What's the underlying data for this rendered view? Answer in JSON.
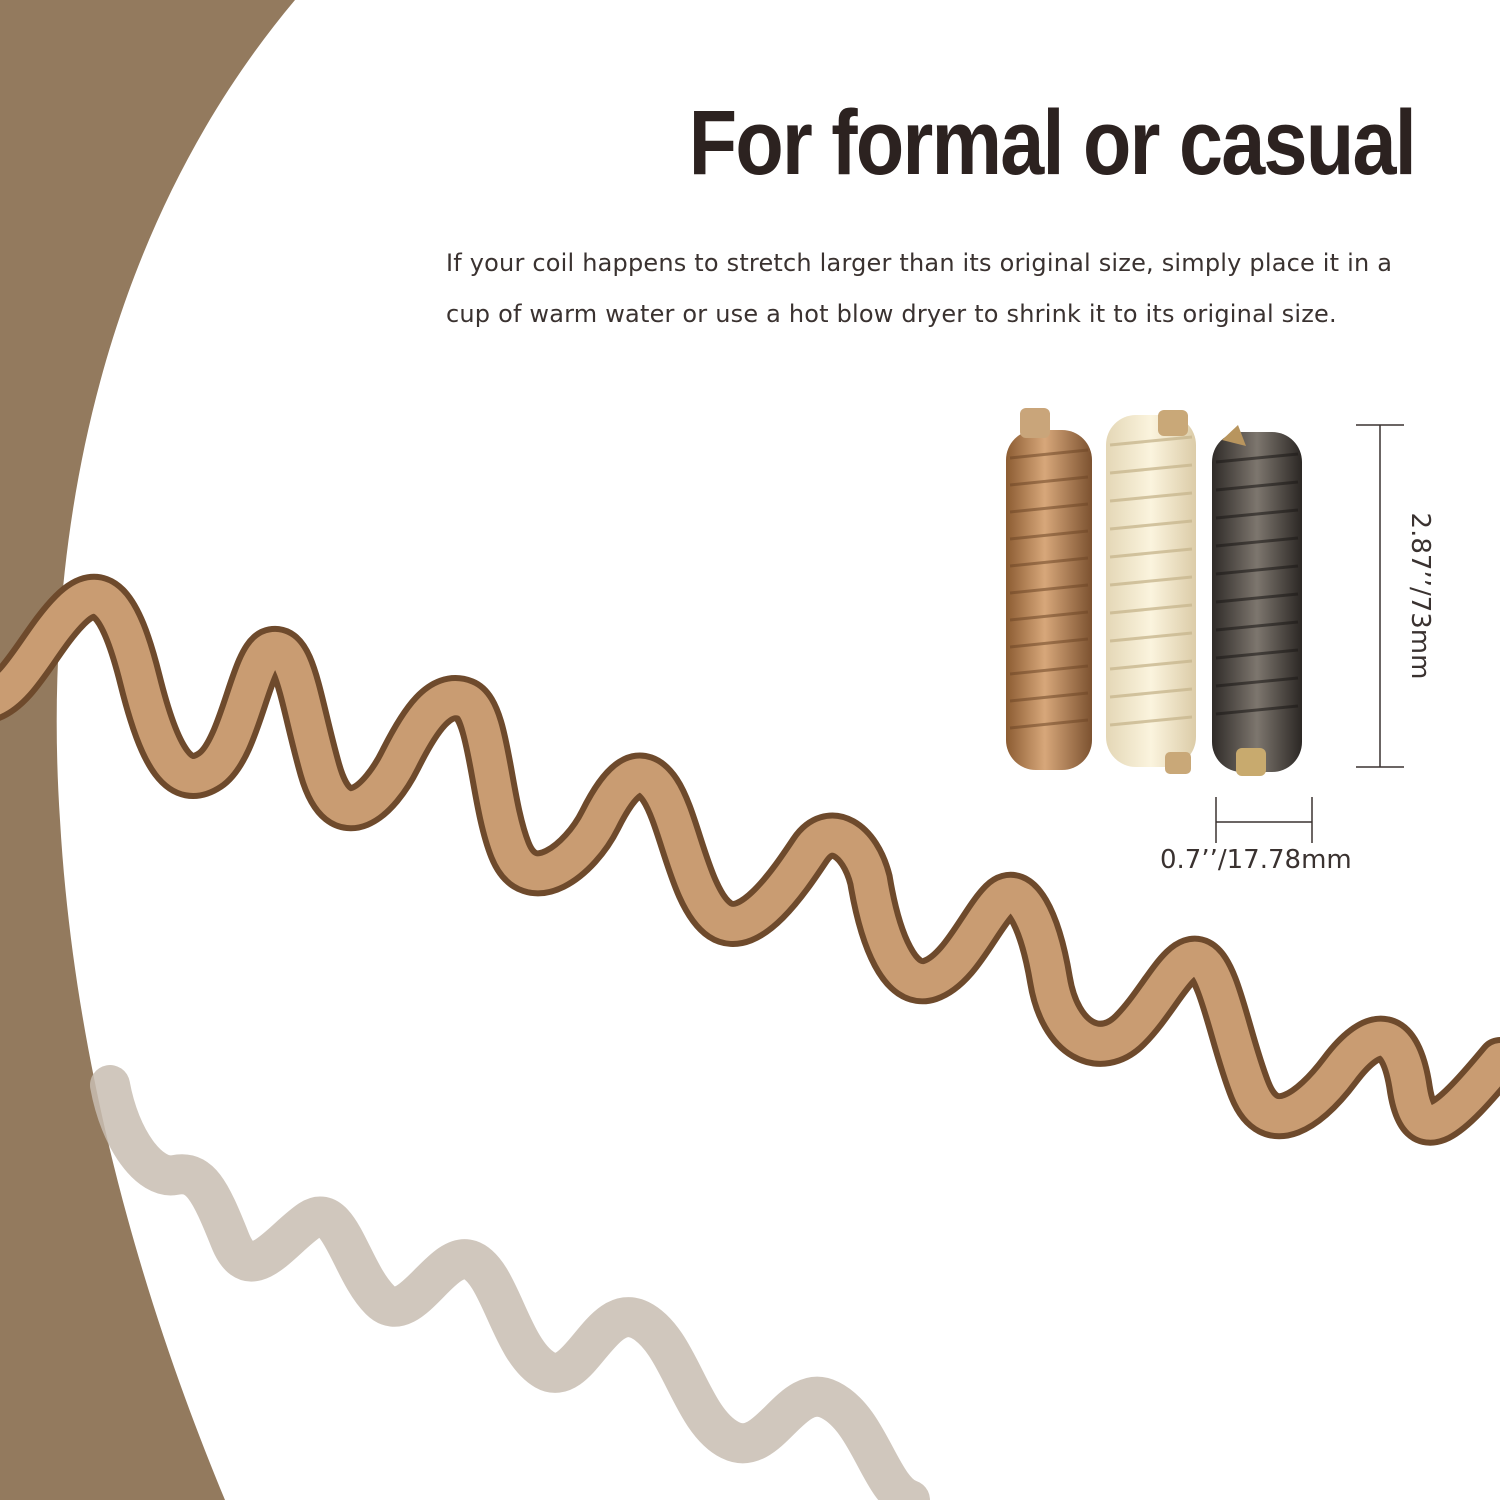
{
  "headline": "For formal or casual",
  "description": "If your coil happens to stretch larger than its original size, simply place it in a cup of warm water or use a hot blow dryer to shrink it to its original size.",
  "dimensions": {
    "height": "2.87’’/73mm",
    "width": "0.7’’/17.78mm"
  },
  "product_colors": [
    "Brown",
    "Beige",
    "Black"
  ],
  "colors": {
    "accent_background": "#937a5e",
    "coil_brown": "#b08154",
    "coil_beige": "#f1e8cf",
    "coil_black": "#4a4440",
    "text": "#2c2220"
  }
}
